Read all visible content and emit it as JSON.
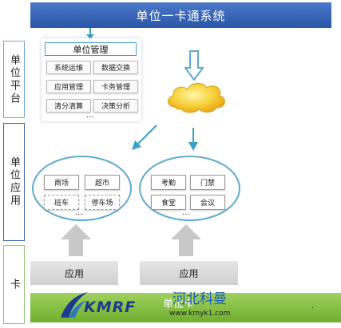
{
  "header": {
    "title": "单位一卡通系统"
  },
  "side_labels": {
    "platform": "单位平台",
    "application": "单位应用",
    "card": "卡"
  },
  "platform": {
    "title": "单位管理",
    "cells": [
      "系统运维",
      "数据交换",
      "应用管理",
      "卡务管理",
      "清分清算",
      "决策分析"
    ],
    "more": "..."
  },
  "left_group": {
    "items": [
      "商场",
      "超市",
      "班车",
      "停车场"
    ],
    "more": "..."
  },
  "right_group": {
    "items": [
      "考勤",
      "门禁",
      "食堂",
      "会议"
    ],
    "more": "..."
  },
  "apps": [
    "应用",
    "应用"
  ],
  "bottom": {
    "band_label": "单位卡",
    "logo_text": "KMRF",
    "company_name": "河北科曼",
    "url": "www.kmyk1.com",
    "trailing": "."
  }
}
